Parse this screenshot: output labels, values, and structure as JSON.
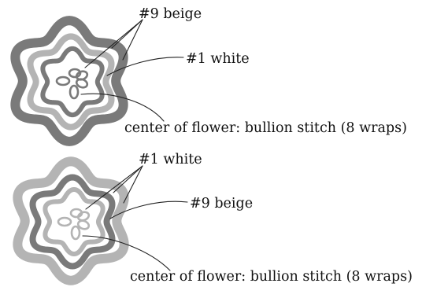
{
  "colors": {
    "dark_gray": "#7a7a7a",
    "light_gray": "#b4b4b4",
    "leader_line": "#222222",
    "text": "#111111",
    "background": "#ffffff"
  },
  "diagrams": [
    {
      "rings": {
        "outer": "dark_gray",
        "middle": "light_gray",
        "inner": "dark_gray",
        "center": "dark_gray"
      },
      "labels": {
        "top": "#9 beige",
        "middle": "#1 white",
        "bottom": "center of flower: bullion stitch (8 wraps)"
      }
    },
    {
      "rings": {
        "outer": "light_gray",
        "middle": "dark_gray",
        "inner": "light_gray",
        "center": "light_gray"
      },
      "labels": {
        "top": "#1 white",
        "middle": "#9 beige",
        "bottom": "center of flower: bullion stitch (8 wraps)"
      }
    }
  ]
}
